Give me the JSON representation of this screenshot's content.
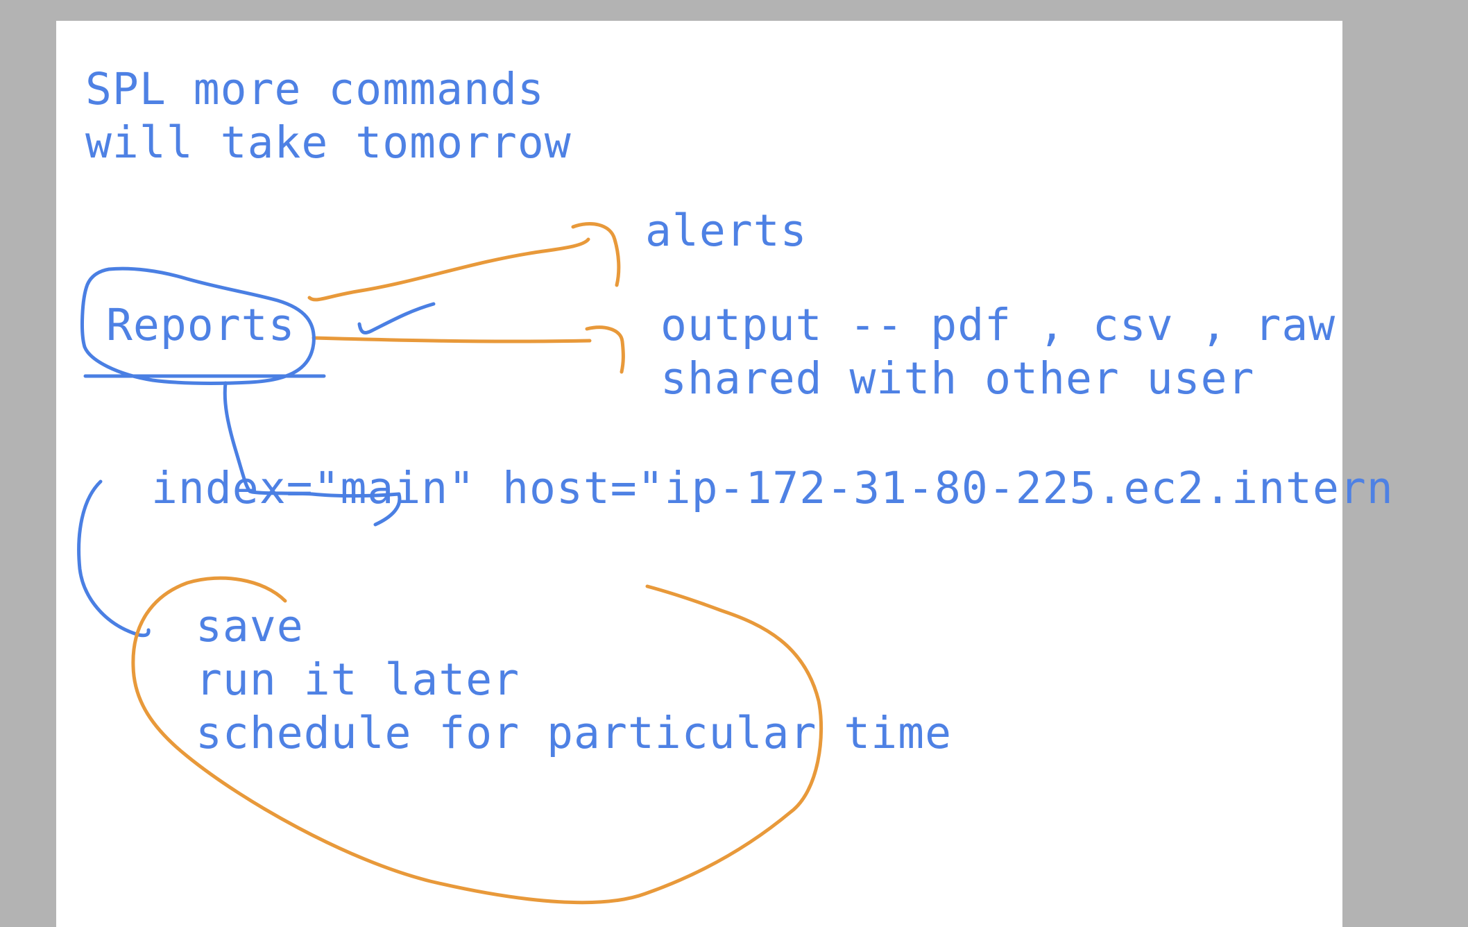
{
  "notes": {
    "line_spl": "SPL more commands",
    "line_tomorrow": "will take tomorrow",
    "alerts": "alerts",
    "reports": "Reports",
    "output": "output -- pdf , csv , raw",
    "shared": "shared with other user",
    "query": "index=\"main\" host=\"ip-172-31-80-225.ec2.intern",
    "save": "save",
    "run_later": "run it later",
    "schedule": "schedule for particular time"
  },
  "colors": {
    "text": "#4e81e4",
    "orange_ink": "#e8993a",
    "blue_ink": "#4a7fe3",
    "page": "#ffffff",
    "background": "#b3b3b3"
  }
}
